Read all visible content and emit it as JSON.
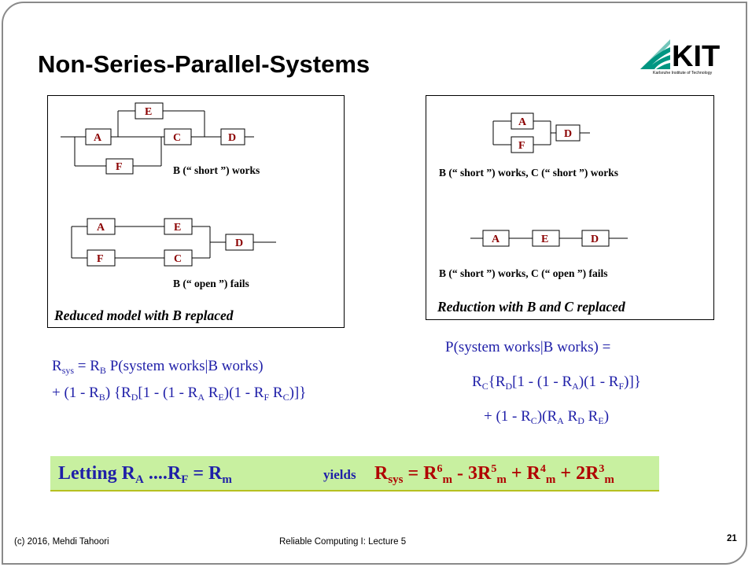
{
  "slide": {
    "title": "Non-Series-Parallel-Systems",
    "logo_text": "KIT",
    "logo_subtext": "Karlsruhe Institute of Technology"
  },
  "colors": {
    "accent_green": "#009682",
    "block_label": "#8b0000",
    "formula_blue": "#1f1fa8",
    "result_red": "#b00000",
    "highlight": "#c8f0a0"
  },
  "left_box": {
    "blocks": {
      "A": "A",
      "E": "E",
      "C": "C",
      "D": "D",
      "F": "F"
    },
    "caption_top": "B (“ short ”) works",
    "blocks2": {
      "A": "A",
      "E": "E",
      "F": "F",
      "C": "C",
      "D": "D"
    },
    "caption_bottom": "B (“ open ”) fails",
    "label": "Reduced model with B replaced"
  },
  "right_box": {
    "blocks": {
      "A": "A",
      "F": "F",
      "D": "D"
    },
    "caption_top": "B (“ short ”) works, C (“ short ”) works",
    "blocks2": {
      "A": "A",
      "E": "E",
      "D": "D"
    },
    "caption_bottom": "B (“ short ”) works, C (“ open ”) fails",
    "label": "Reduction with B and C replaced"
  },
  "equations": {
    "rsys_line1": "R_sys = R_B P(system works|B works)",
    "rsys_line2": "+ (1 - R_B) {R_D[1 - (1 - R_A R_E)(1 - R_F R_C)]}",
    "p_line1": "P(system works|B works) =",
    "p_line2": "R_C{R_D[1 - (1 - R_A)(1 - R_F)]}",
    "p_line3": "+ (1 - R_C)(R_A R_D R_E)"
  },
  "result": {
    "letting": "Letting R_A ....R_F = R_m",
    "yields": "yields",
    "formula": "R_sys = R^6_m - 3R^5_m + R^4_m + 2R^3_m"
  },
  "footer": {
    "left": "(c) 2016, Mehdi Tahoori",
    "center": "Reliable Computing I: Lecture 5",
    "page_number": "21"
  }
}
